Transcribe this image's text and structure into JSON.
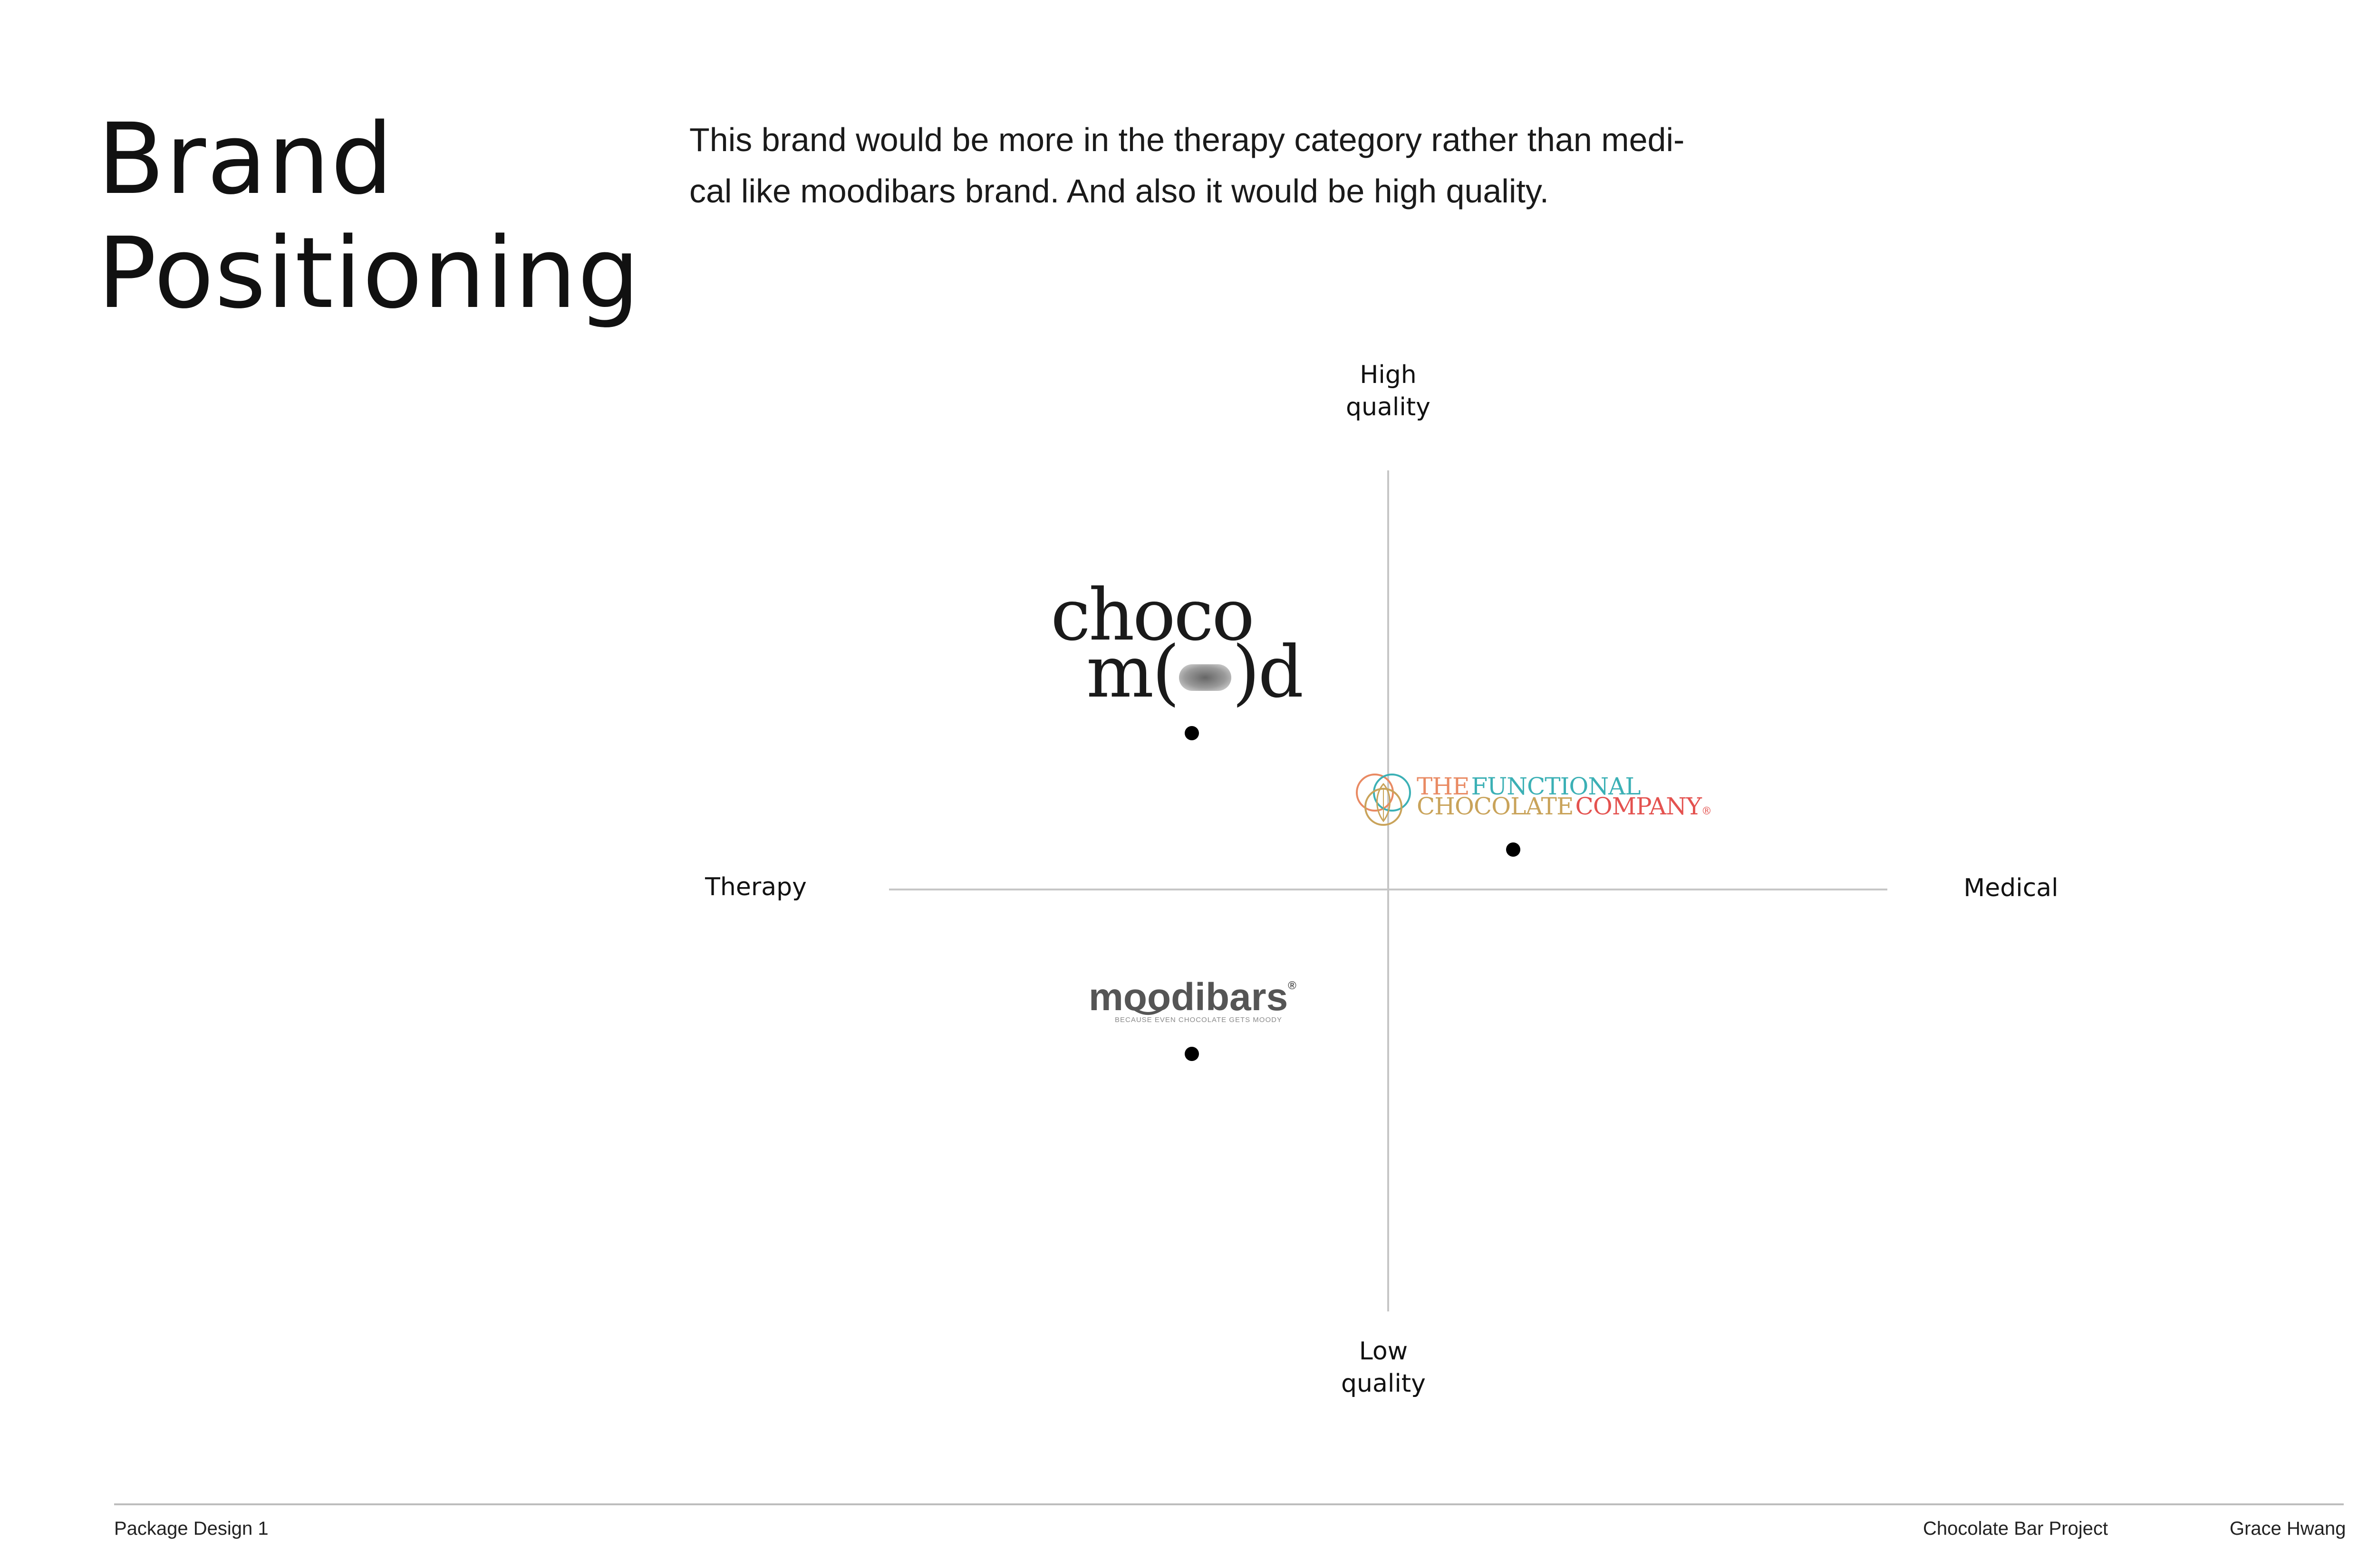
{
  "title": {
    "line1": "Brand",
    "line2": "Positioning"
  },
  "description": {
    "line1": "This brand would be more in the therapy category rather than medi-",
    "line2": "cal like moodibars brand. And also it would be high quality."
  },
  "axes": {
    "top": {
      "line1": "High",
      "line2": "quality"
    },
    "bottom": {
      "line1": "Low",
      "line2": "quality"
    },
    "left": "Therapy",
    "right": "Medical"
  },
  "brands": {
    "chocomood": {
      "line1": "choco",
      "line2_start": "m(",
      "line2_end": ")d"
    },
    "functional_chocolate": {
      "line1_a": "THE",
      "line1_b": "FUNCTIONAL",
      "line2_a": "CHOCOLATE",
      "line2_b": "COMPANY",
      "trademark": "®",
      "colors": {
        "orange": "#e98a63",
        "teal": "#3bb0b5",
        "gold": "#c9a35a",
        "red": "#e4524f"
      }
    },
    "moodibars": {
      "name": "moodibars",
      "trademark": "®",
      "tagline": "BECAUSE EVEN CHOCOLATE GETS MOODY"
    }
  },
  "footer": {
    "left": "Package Design 1",
    "middle": "Chocolate Bar Project",
    "right": "Grace Hwang"
  }
}
